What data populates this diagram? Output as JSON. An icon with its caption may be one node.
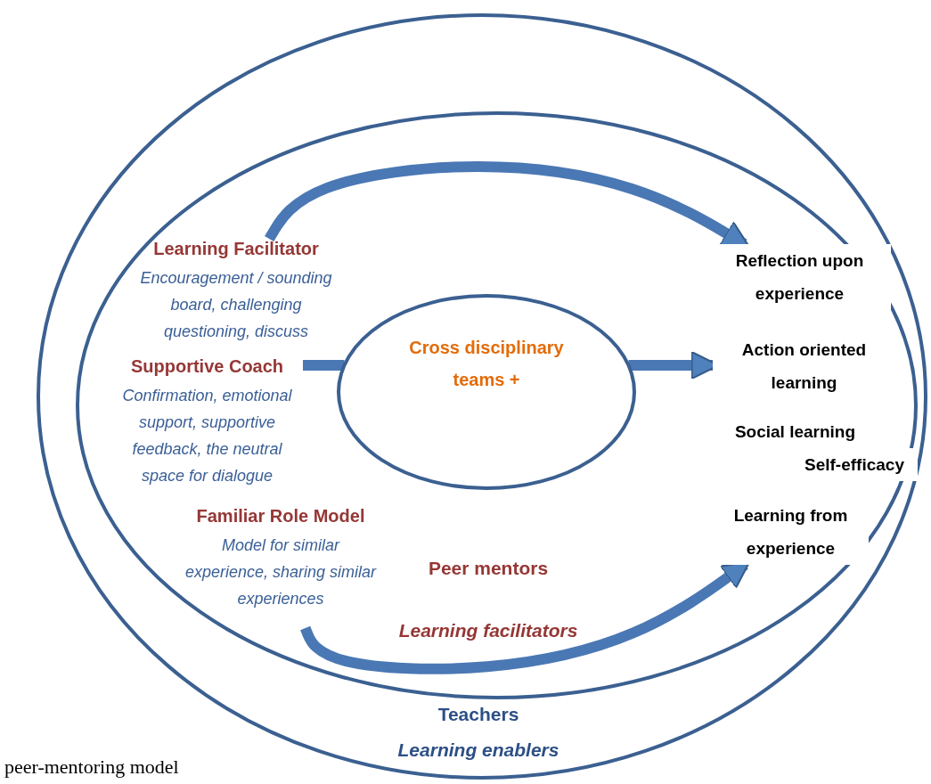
{
  "diagram": {
    "caption": "peer-mentoring model",
    "nodes": [
      {
        "text": [
          "Teachers",
          "Learning enablers"
        ]
      },
      {
        "text": [
          "Peer mentors",
          "Learning facilitators"
        ],
        "in": 0
      },
      {
        "text": [
          "Learning Facilitator",
          "Encouragement / sounding board, challenging questioning, discuss"
        ],
        "in": 1
      },
      {
        "text": [
          "Supportive Coach",
          "Confirmation, emotional support, supportive feedback, the neutral space for dialogue"
        ],
        "in": 1
      },
      {
        "text": [
          "Familiar Role Model",
          "Model for similar experience, sharing similar experiences"
        ],
        "in": 1
      },
      {
        "text": [
          "Cross disciplinary teams +"
        ],
        "in": 1
      },
      {
        "text": [
          "Reflection upon experience"
        ],
        "in": 1
      },
      {
        "text": [
          "Action oriented learning"
        ],
        "in": 1
      },
      {
        "text": [
          "Social learning"
        ],
        "in": 1
      },
      {
        "text": [
          "Self-efficacy"
        ],
        "in": 1
      },
      {
        "text": [
          "Learning from experience"
        ],
        "in": 1
      }
    ],
    "edges": [
      {
        "from": 2,
        "to": 6,
        "arrow": "to"
      },
      {
        "from": 3,
        "to": 5,
        "arrow": "none"
      },
      {
        "from": 5,
        "to": 7,
        "arrow": "to"
      },
      {
        "from": 4,
        "to": 10,
        "arrow": "to"
      }
    ]
  }
}
